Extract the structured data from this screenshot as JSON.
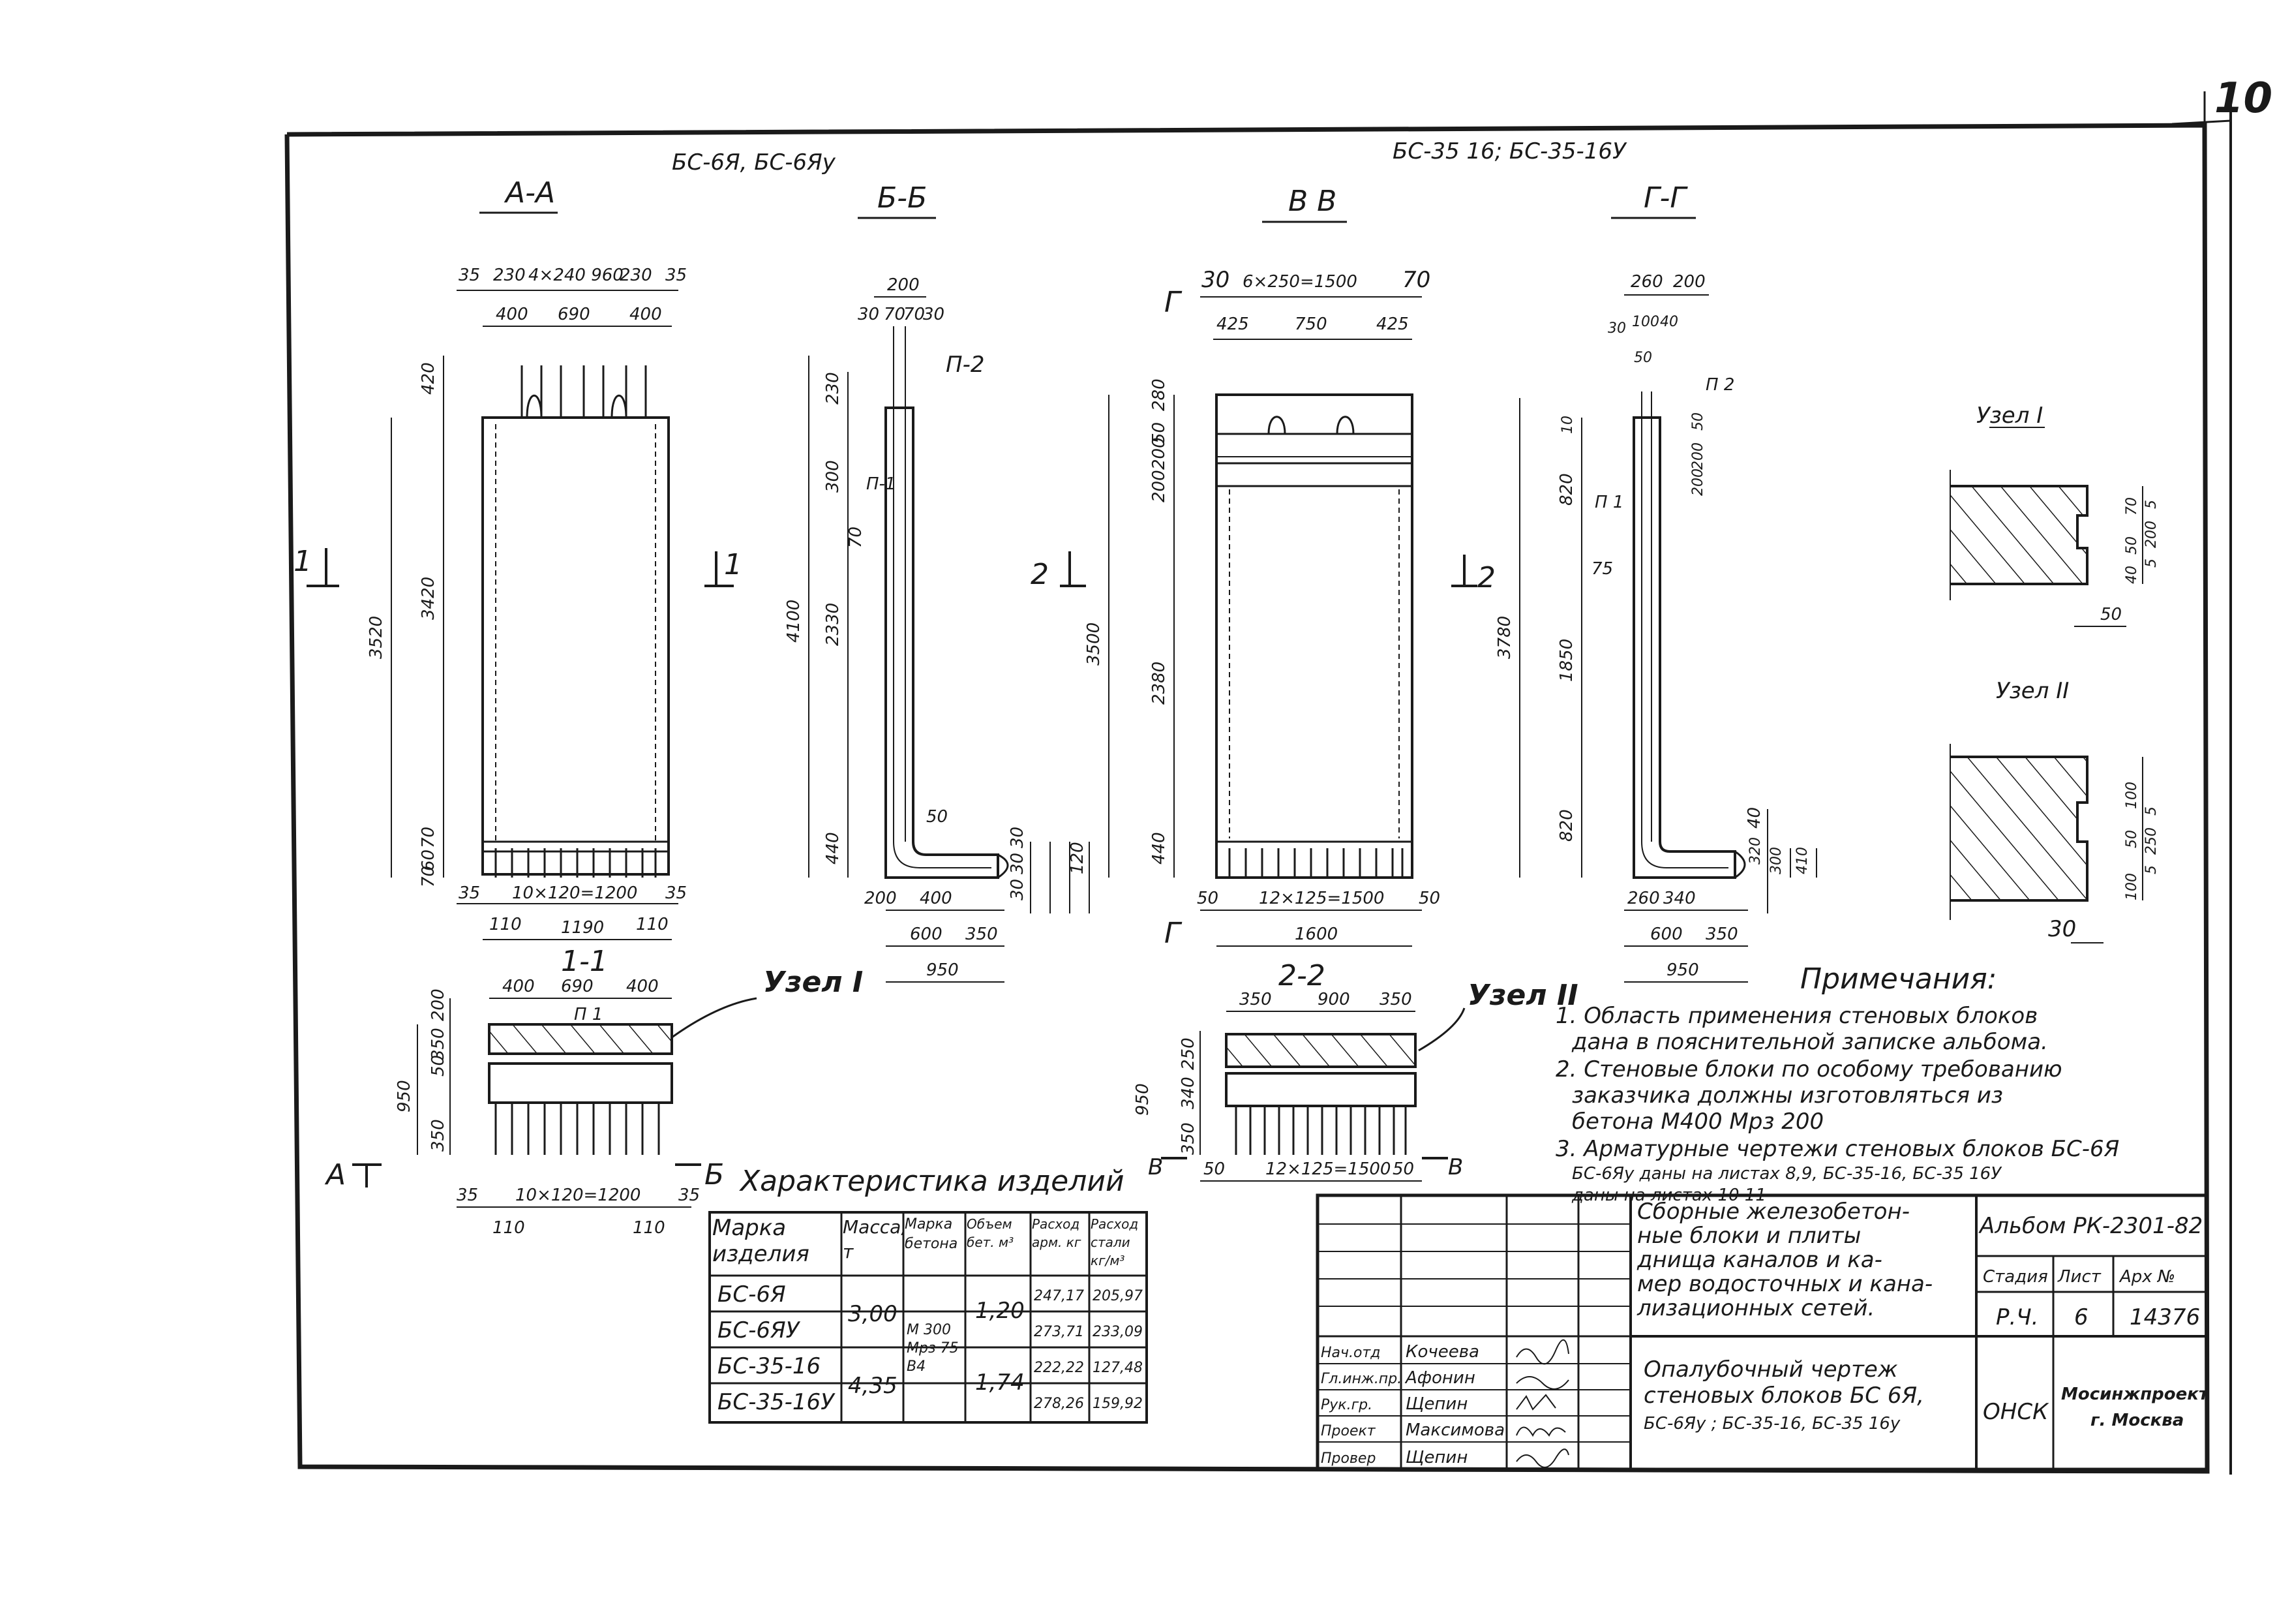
{
  "sheet": {
    "number": "10",
    "header_left": "БС-6Я, БС-6Яу",
    "header_right": "БС-35 16; БС-35-16У"
  },
  "sections": {
    "aa": {
      "title": "А-А",
      "top_dims": [
        "35",
        "230",
        "4×240 960",
        "230",
        "35"
      ],
      "sub_dims": [
        "400",
        "690",
        "400"
      ],
      "left_dims": [
        "420",
        "3420",
        "70",
        "60",
        "70"
      ],
      "overall_height": "3520",
      "bottom_dims": [
        "35",
        "10×120=1200",
        "35"
      ],
      "width_dims": [
        "110",
        "1190",
        "110"
      ],
      "cut_mark": "1"
    },
    "bb": {
      "title": "Б-Б",
      "top_dims": [
        "200",
        "30",
        "70",
        "70",
        "30"
      ],
      "tag": "П-2",
      "tag2": "П-1",
      "left_dims": [
        "230",
        "300",
        "70",
        "2330",
        "440"
      ],
      "overall_height": "4100",
      "foot_dims": [
        "50",
        "30",
        "30",
        "30",
        "120"
      ],
      "bottom_dims": [
        "200",
        "400",
        "600",
        "350",
        "950"
      ],
      "cut_mark": "1"
    },
    "vv": {
      "title": "В В",
      "top_dims": [
        "30",
        "6×250=1500",
        "70"
      ],
      "sub_dims": [
        "425",
        "750",
        "425"
      ],
      "left_dims": [
        "280",
        "50",
        "200",
        "200",
        "2380",
        "440"
      ],
      "overall_height": "3500",
      "bottom_dims": [
        "50",
        "12×125=1500",
        "50"
      ],
      "width_dim": "1600",
      "cut_mark": "2",
      "view_mark": "Г"
    },
    "gg": {
      "title": "Г-Г",
      "top_dims": [
        "260",
        "200",
        "30",
        "100",
        "40",
        "50"
      ],
      "tag": "П 2",
      "tag2": "П 1",
      "left_dims": [
        "10",
        "820",
        "75",
        "1850",
        "820"
      ],
      "overall_height": "3780",
      "right_dims": [
        "50",
        "200",
        "200"
      ],
      "foot_dims": [
        "40",
        "320",
        "300",
        "410"
      ],
      "bottom_dims": [
        "260",
        "340",
        "600",
        "350",
        "950"
      ],
      "cut_mark": "2"
    },
    "s11": {
      "title": "1-1",
      "top_dims": [
        "400",
        "690",
        "400"
      ],
      "tag": "П 1",
      "node_label": "Узел I",
      "left_dims": [
        "200",
        "350",
        "50",
        "350"
      ],
      "overall_height": "950",
      "bottom_dims": [
        "35",
        "10×120=1200",
        "35"
      ],
      "width_dims": [
        "110",
        "110"
      ],
      "view_mark_left": "А",
      "view_mark_right": "Б"
    },
    "s22": {
      "title": "2-2",
      "top_dims": [
        "350",
        "900",
        "350"
      ],
      "node_label": "Узел II",
      "left_dims": [
        "250",
        "340",
        "350"
      ],
      "overall_height": "950",
      "bottom_dims": [
        "50",
        "12×125=1500",
        "50"
      ],
      "view_mark_left": "В",
      "view_mark_right": "В"
    }
  },
  "nodes": {
    "n1": {
      "title": "Узел I",
      "dims": [
        "70",
        "50",
        "40",
        "5",
        "200",
        "5"
      ],
      "bottom": "50"
    },
    "n2": {
      "title": "Узел II",
      "dims": [
        "100",
        "50",
        "100",
        "5",
        "250",
        "5"
      ],
      "bottom": "30"
    }
  },
  "notes": {
    "title": "Примечания:",
    "lines": [
      "1. Область применения стеновых блоков",
      "дана в пояснительной записке альбома.",
      "2. Стеновые блоки по особому требованию",
      "заказчика должны изготовляться из",
      "бетона М400 Мрз 200",
      "3. Арматурные чертежи стеновых блоков БС-6Я",
      "БС-6Яу даны на листах 8,9, БС-35-16, БС-35 16У",
      "даны на листах 10 11"
    ]
  },
  "characteristics": {
    "title": "Характеристика изделий",
    "headers": [
      "Марка изделия",
      "Масса, т",
      "Марка бетона",
      "Объем бет. м³",
      "Расход арм. кг",
      "Расход стали кг/м³"
    ],
    "rows": [
      {
        "mark": "БС-6Я",
        "mass": "3,00",
        "concrete": "М 300 Мрз 75 В4",
        "volume": "1,20",
        "arm": "247,17",
        "steel": "205,97"
      },
      {
        "mark": "БС-6ЯУ",
        "mass": "",
        "concrete": "",
        "volume": "",
        "arm": "273,71",
        "steel": "233,09"
      },
      {
        "mark": "БС-35-16",
        "mass": "4,35",
        "concrete": "",
        "volume": "1,74",
        "arm": "222,22",
        "steel": "127,48"
      },
      {
        "mark": "БС-35-16У",
        "mass": "",
        "concrete": "",
        "volume": "",
        "arm": "278,26",
        "steel": "159,92"
      }
    ]
  },
  "title_block": {
    "description": "Сборные железобетонные блоки и плиты днища каналов и камер водосточных и канализационных сетей.",
    "description_lines": [
      "Сборные железобетон-",
      "ные блоки и плиты",
      "днища каналов и ка-",
      "мер водосточных и кана-",
      "лизационных сетей."
    ],
    "drawing_lines": [
      "Опалубочный чертеж",
      "стеновых блоков БС 6Я,",
      "БС-6Яу ; БС-35-16, БС-35 16у"
    ],
    "album": "Альбом РК-2301-82",
    "stage_label": "Стадия",
    "sheet_label": "Лист",
    "archive_label": "Арх №",
    "stage": "Р.Ч.",
    "sheet": "6",
    "archive": "14376",
    "org_short": "ОНСК",
    "org_lines": [
      "Мосинжпроект",
      "г. Москва"
    ],
    "staff": [
      {
        "role": "Нач.отд",
        "name": "Кочеева"
      },
      {
        "role": "Гл.инж.пр.",
        "name": "Афонин"
      },
      {
        "role": "Рук.гр.",
        "name": "Щепин"
      },
      {
        "role": "Проект",
        "name": "Максимова"
      },
      {
        "role": "Провер",
        "name": "Щепин"
      }
    ]
  }
}
